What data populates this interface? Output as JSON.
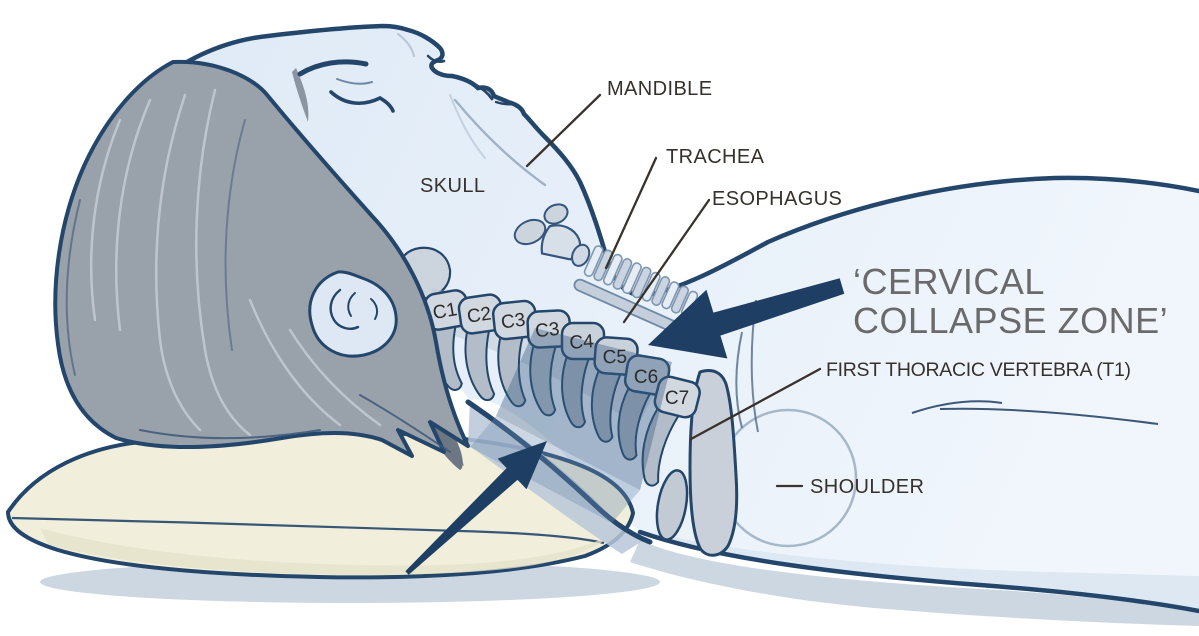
{
  "illustration": {
    "labels": {
      "mandible": "MANDIBLE",
      "skull": "SKULL",
      "trachea": "TRACHEA",
      "esophagus": "ESOPHAGUS",
      "collapse_zone_line1": "‘CERVICAL",
      "collapse_zone_line2": "COLLAPSE ZONE’",
      "first_thoracic": "FIRST THORACIC VERTEBRA (T1)",
      "shoulder": "SHOULDER"
    },
    "vertebrae_labels": [
      "C1",
      "C2",
      "C3",
      "C3",
      "C4",
      "C5",
      "C6",
      "C7"
    ],
    "colors": {
      "outline_navy": "#24466b",
      "arrow_navy": "#1e3f63",
      "skin_light": "#e7f0fa",
      "hair_gray": "#99a1ab",
      "pillow_cream": "#f1eedb",
      "collapse_overlay": "#3a5c82",
      "label_dark": "#37312b",
      "zone_text_gray": "#6a6a6a"
    }
  }
}
